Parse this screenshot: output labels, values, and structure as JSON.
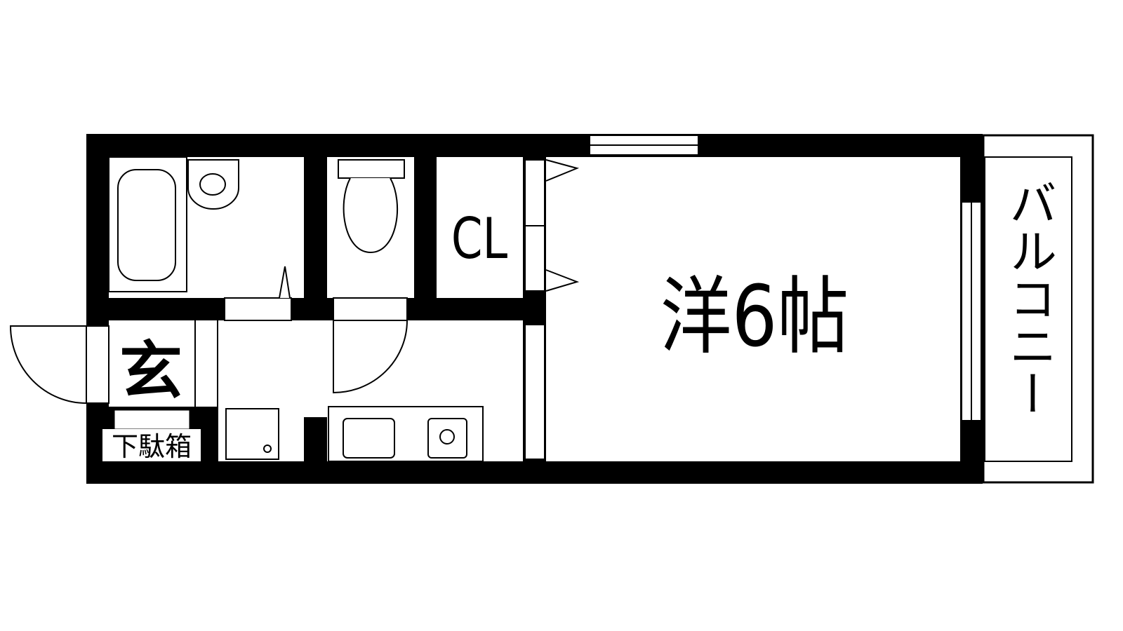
{
  "floorplan": {
    "rooms": {
      "western_room": "洋6帖",
      "closet": "CL",
      "entrance": "玄",
      "shoe_box": "下駄箱",
      "balcony": "バルコニー"
    },
    "colors": {
      "wall": "#000000",
      "floor": "#ffffff"
    }
  }
}
